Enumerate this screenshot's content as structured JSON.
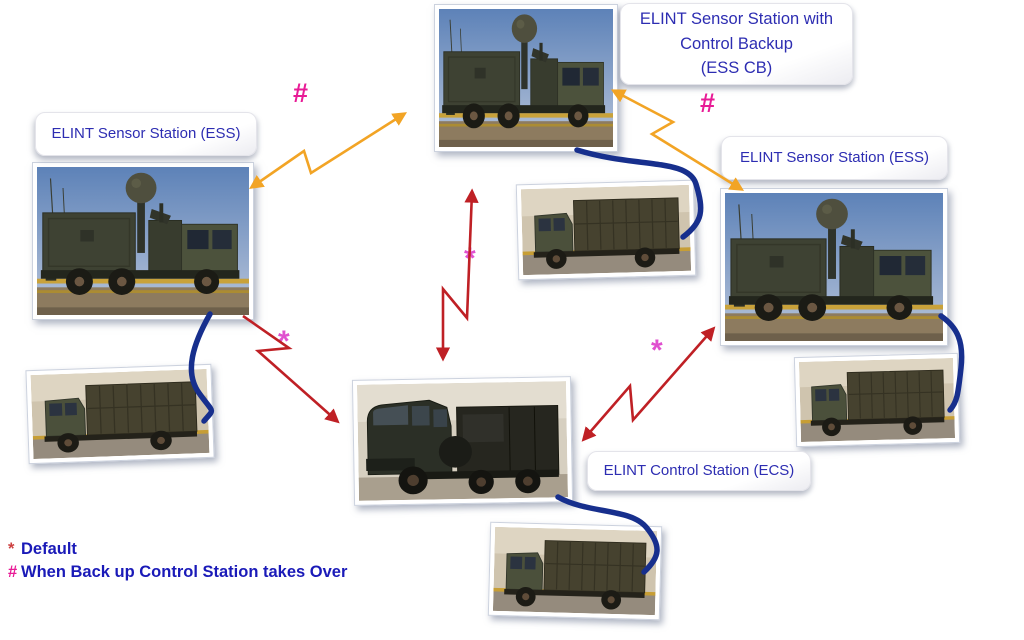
{
  "nodes": {
    "ess_cb": {
      "label_line1": "ELINT Sensor Station with",
      "label_line2": "Control Backup",
      "label_line3": "(ESS CB)",
      "photo": "sensor truck with mast-mounted spherical radome"
    },
    "ess_left": {
      "label": "ELINT Sensor Station (ESS)",
      "photo": "sensor truck with mast-mounted spherical radome"
    },
    "ess_right": {
      "label": "ELINT Sensor Station (ESS)",
      "photo": "sensor truck with mast-mounted spherical radome"
    },
    "ecs": {
      "label": "ELINT Control Station (ECS)",
      "photo": "dark control-station truck, front three-quarter view"
    },
    "support_truck": "olive box-body support truck"
  },
  "link_markers": {
    "backup_left": "#",
    "backup_right": "#",
    "default_left": "*",
    "default_center": "*",
    "default_right": "*"
  },
  "legend": {
    "items": [
      {
        "symbol": "*",
        "text": "Default"
      },
      {
        "symbol": "#",
        "text": "When Back up Control Station takes Over"
      }
    ]
  },
  "colors": {
    "label_text": "#2d2db2",
    "legend_text": "#1a1ab8",
    "legend_star": "#cc4040",
    "marker_hash": "#e81b96",
    "marker_star": "#e050cf",
    "backup_link_orange": "#f2a425",
    "default_link_red": "#bf2025",
    "cable_blue": "#172f8d"
  }
}
